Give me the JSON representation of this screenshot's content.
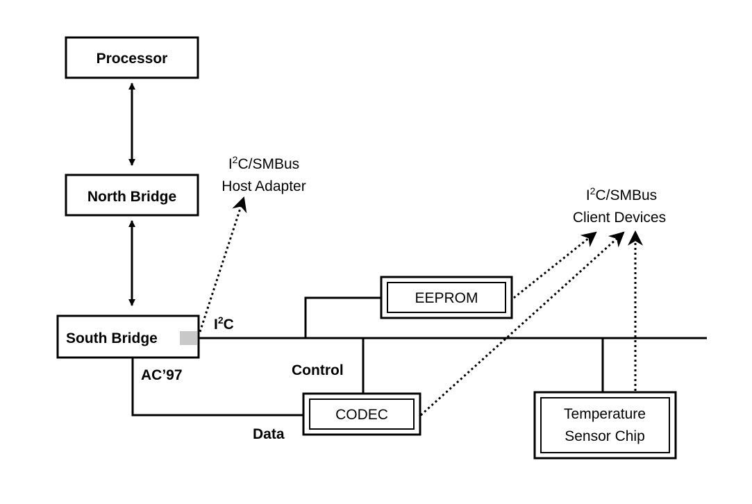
{
  "diagram": {
    "colors": {
      "ink": "#000000",
      "port": "#c8c8c8",
      "background": "#ffffff"
    },
    "processor": "Processor",
    "north_bridge": "North Bridge",
    "south_bridge": "South Bridge",
    "host_adapter": {
      "i": "I",
      "sup": "2",
      "rest": "C/SMBus",
      "line2": "Host Adapter"
    },
    "client_devices": {
      "i": "I",
      "sup": "2",
      "rest": "C/SMBus",
      "line2": "Client Devices"
    },
    "i2c_bus": {
      "i": "I",
      "sup": "2",
      "rest": "C"
    },
    "ac97": "AC’97",
    "control": "Control",
    "data": "Data",
    "eeprom": "EEPROM",
    "codec": "CODEC",
    "temp_sensor": {
      "line1": "Temperature",
      "line2": "Sensor Chip"
    }
  }
}
